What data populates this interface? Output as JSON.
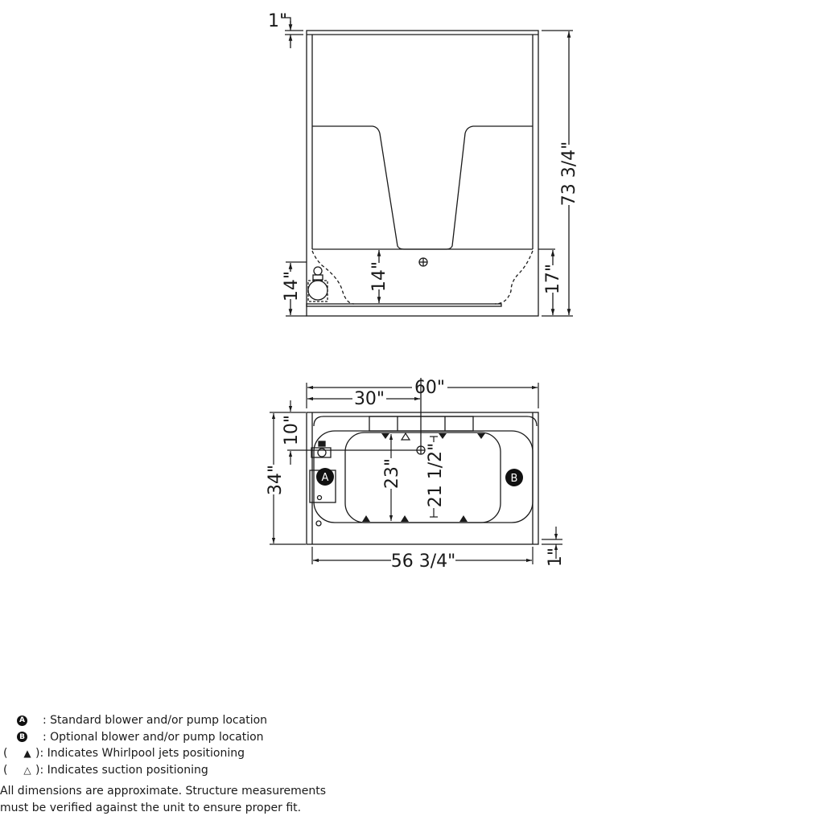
{
  "elevation_view": {
    "dimensions": {
      "rim_thickness": "1\"",
      "total_height": "73 3/4\"",
      "pump_height": "14\"",
      "floor_to_seat": "14\"",
      "skirt_height": "17\""
    }
  },
  "plan_view": {
    "dimensions": {
      "overall_width": "60\"",
      "drain_offset": "30\"",
      "overall_depth": "34\"",
      "drain_from_wall": "10\"",
      "inner_depth": "23\"",
      "basin_depth": "21 1/2\"",
      "inner_length": "56 3/4\"",
      "wall_flange": "1\""
    },
    "markers": {
      "pump_a": "A",
      "pump_b": "B"
    }
  },
  "legend": {
    "items": [
      {
        "symbol": "A",
        "text": ": Standard blower and/or pump location"
      },
      {
        "symbol": "B",
        "text": ": Optional blower and/or pump location"
      },
      {
        "symbol": "▲",
        "text": "): Indicates Whirlpool jets positioning"
      },
      {
        "symbol": "△",
        "text": "): Indicates suction positioning"
      }
    ],
    "paren_open": "(",
    "note_line1": "All dimensions are approximate. Structure measurements",
    "note_line2": "must be verified against the unit to ensure proper fit."
  }
}
